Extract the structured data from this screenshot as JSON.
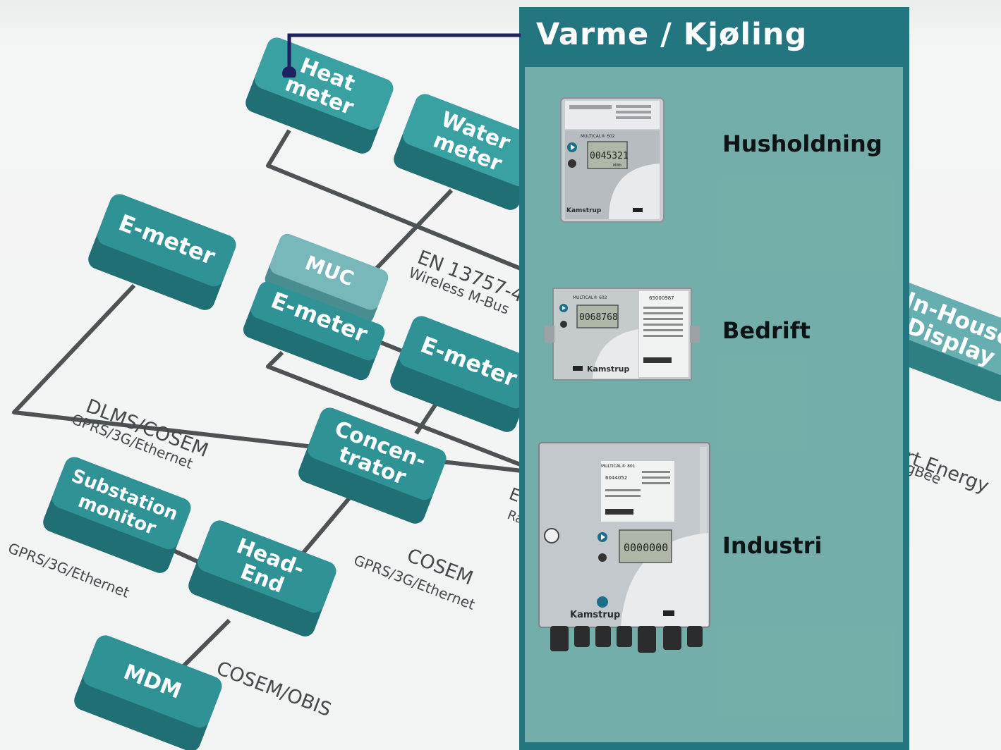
{
  "diagram": {
    "boxes": {
      "heat_meter": [
        "Heat",
        "meter"
      ],
      "water_meter": [
        "Water",
        "meter"
      ],
      "e_meter_left": [
        "E-meter"
      ],
      "muc": [
        "MUC"
      ],
      "e_meter_muc": [
        "E-meter"
      ],
      "e_meter_right": [
        "E-meter"
      ],
      "concentrator": [
        "Concen-",
        "trator"
      ],
      "substation_monitor": [
        "Substation",
        "monitor"
      ],
      "head_end": [
        "Head-",
        "End"
      ],
      "mdm": [
        "MDM"
      ],
      "in_house_display": [
        "In-House",
        "Display"
      ]
    },
    "links": {
      "en13757": "EN 13757-4",
      "wireless_mbus": "Wireless M-Bus",
      "dlms_cosem": "DLMS/COSEM",
      "gprs_1": "GPRS/3G/Ethernet",
      "gprs_2": "GPRS/3G/Ethernet",
      "cosem": "COSEM",
      "gprs_3": "GPRS/3G/Ethernet",
      "cosem_obis": "COSEM/OBIS",
      "smart_energy": "Smart Energy",
      "zigbee": "ZigBee",
      "en_partial": "EN",
      "rad_partial": "Rad"
    }
  },
  "callout": {
    "title": "Varme / Kjøling",
    "categories": [
      {
        "label": "Husholdning"
      },
      {
        "label": "Bedrift"
      },
      {
        "label": "Industri"
      }
    ]
  },
  "meters": {
    "brand": "Kamstrup",
    "small": {
      "model": "MULTICAL® 602",
      "display": "0045321",
      "unit": "MWh"
    },
    "medium": {
      "model": "MULTICAL® 602",
      "display": "0068768",
      "serial": "65000987"
    },
    "large": {
      "model": "MULTICAL® 801",
      "display": "0000000",
      "serial": "6044052"
    }
  },
  "colors": {
    "box_top": "#3aa1a2",
    "box_side": "#1f6f74",
    "callout_frame": "#237580",
    "callout_fill": "#7db5af",
    "connector": "#1f2060"
  }
}
